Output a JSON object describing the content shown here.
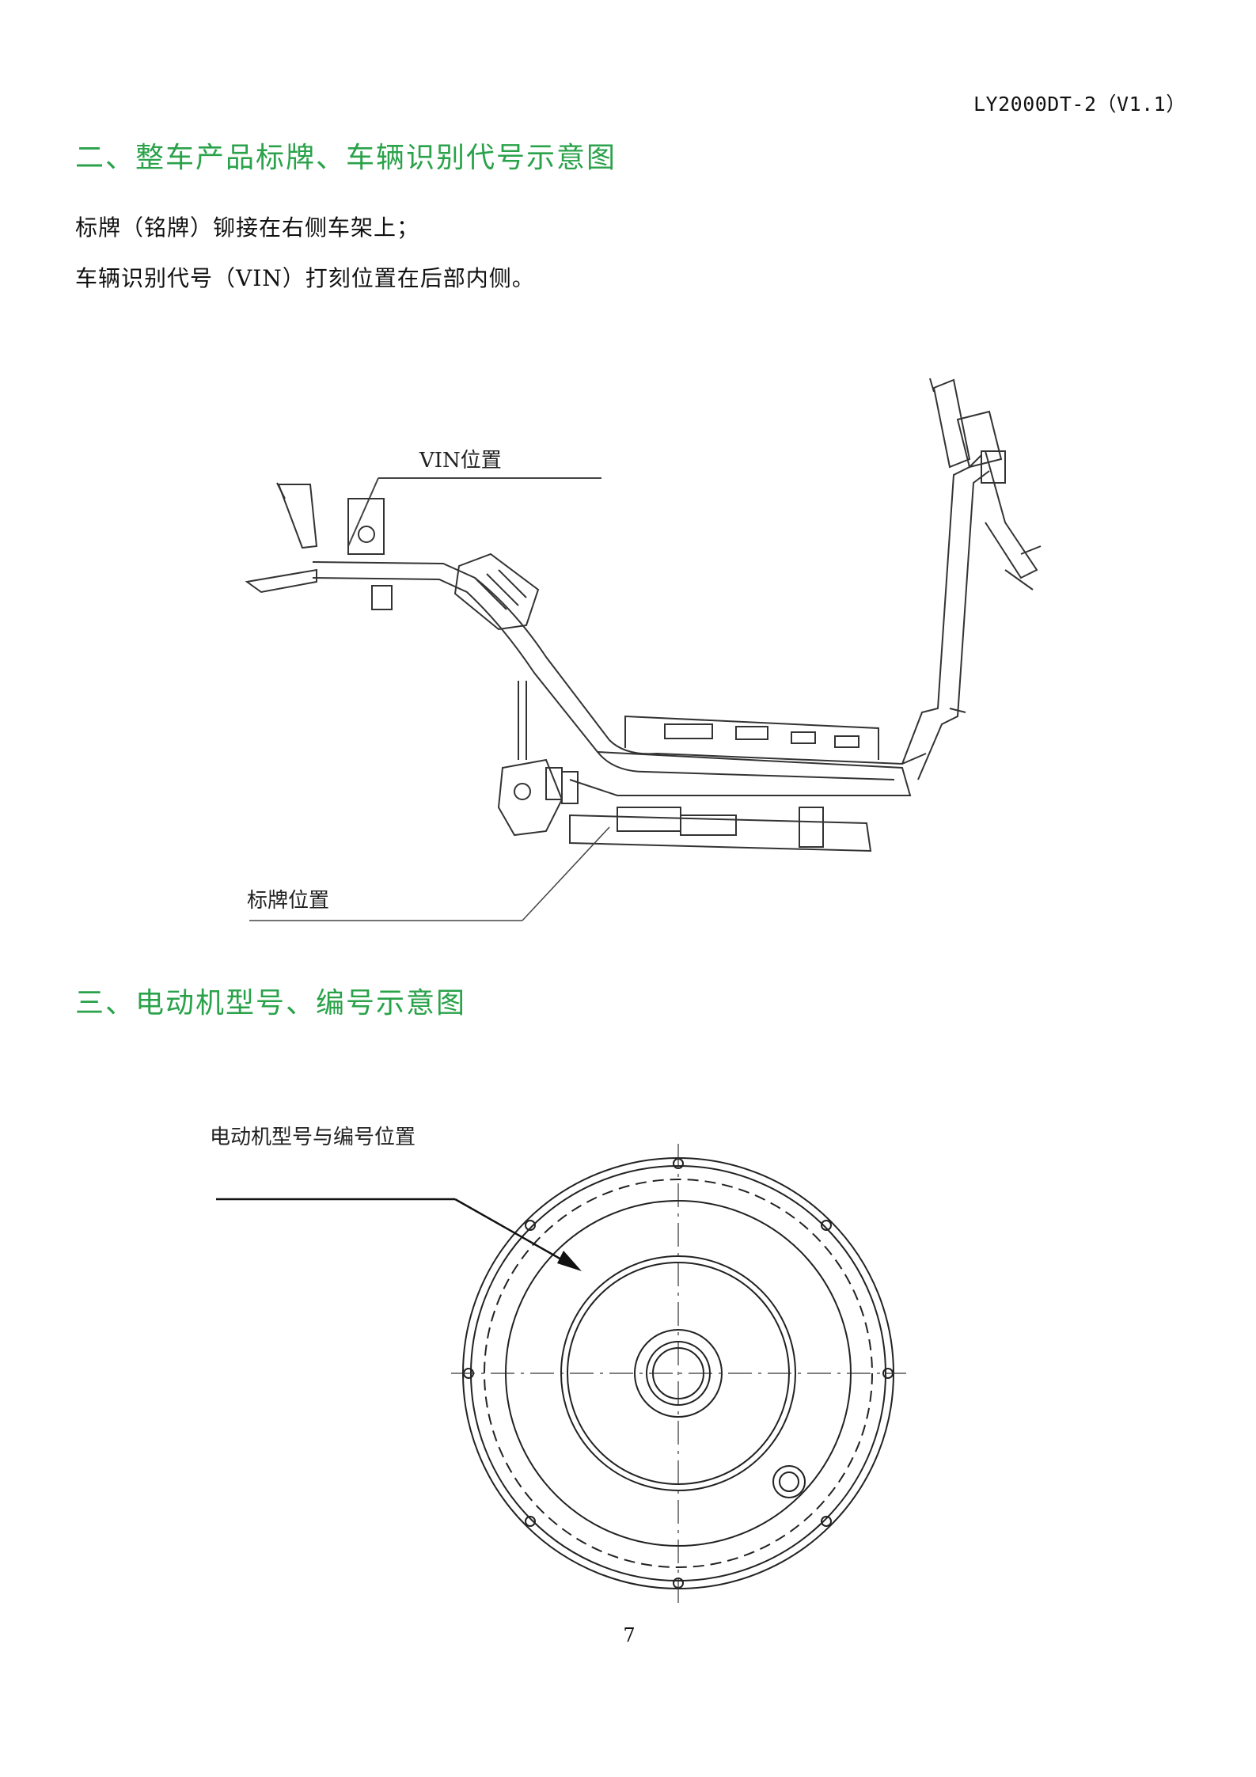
{
  "header": {
    "doc_code": "LY2000DT-2（V1.1）"
  },
  "section2": {
    "title": "二、整车产品标牌、车辆识别代号示意图",
    "lines": [
      "标牌（铭牌）铆接在右侧车架上；",
      "车辆识别代号（VIN）打刻位置在后部内侧。"
    ],
    "figure": {
      "vin_label": "VIN位置",
      "plate_label": "标牌位置"
    }
  },
  "section3": {
    "title": "三、电动机型号、编号示意图",
    "figure": {
      "motor_label": "电动机型号与编号位置"
    }
  },
  "footer": {
    "page_number": "7"
  }
}
